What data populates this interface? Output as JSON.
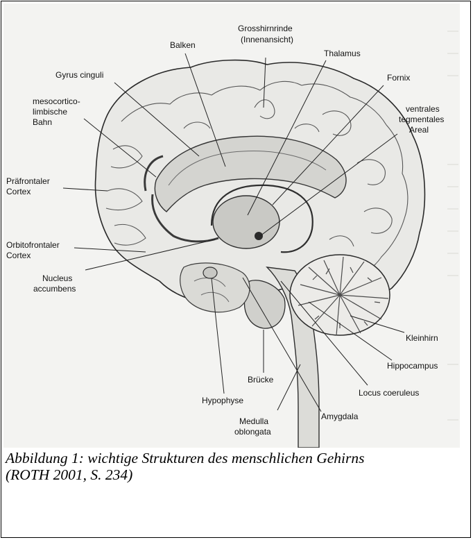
{
  "figure": {
    "labels": {
      "balken": "Balken",
      "grosshirnrinde_1": "Grosshirnrinde",
      "grosshirnrinde_2": "(Innenansicht)",
      "thalamus": "Thalamus",
      "gyrus_cinguli": "Gyrus cinguli",
      "fornix": "Fornix",
      "mesocortico_1": "mesocortico-",
      "mesocortico_2": "limbische",
      "mesocortico_3": "Bahn",
      "vta_1": "ventrales",
      "vta_2": "tegmentales",
      "vta_3": "Areal",
      "praefrontal_1": "Präfrontaler",
      "praefrontal_2": "Cortex",
      "orbitofrontal_1": "Orbitofrontaler",
      "orbitofrontal_2": "Cortex",
      "nucleus_1": "Nucleus",
      "nucleus_2": "accumbens",
      "kleinhirn": "Kleinhirn",
      "hippocampus": "Hippocampus",
      "bruecke": "Brücke",
      "locus": "Locus coeruleus",
      "hypophyse": "Hypophyse",
      "amygdala": "Amygdala",
      "medulla_1": "Medulla",
      "medulla_2": "oblongata"
    }
  },
  "caption": {
    "line1": "Abbildung 1: wichtige Strukturen des menschlichen Gehirns",
    "line2": "(ROTH 2001, S. 234)"
  }
}
